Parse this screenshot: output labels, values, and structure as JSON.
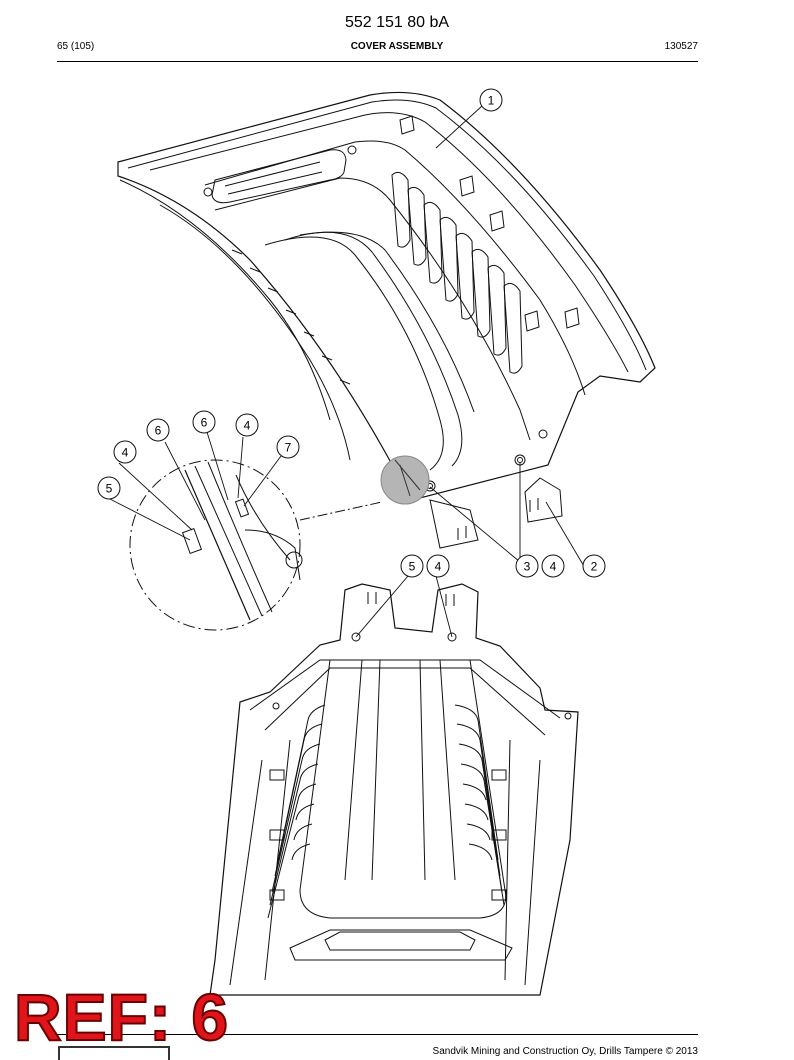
{
  "header": {
    "doc_number": "552 151 80 bA",
    "page": "65 (105)",
    "title": "COVER ASSEMBLY",
    "date": "130527"
  },
  "callouts": {
    "c1": "1",
    "c2": "2",
    "c3": "3",
    "c4a": "4",
    "c4b": "4",
    "c4c": "4",
    "c4d": "4",
    "c5a": "5",
    "c5b": "5",
    "c6a": "6",
    "c6b": "6",
    "c7": "7"
  },
  "footer": {
    "stamp": "REF: 6",
    "copyright": "Sandvik Mining and Construction Oy, Drills Tampere © 2013"
  }
}
